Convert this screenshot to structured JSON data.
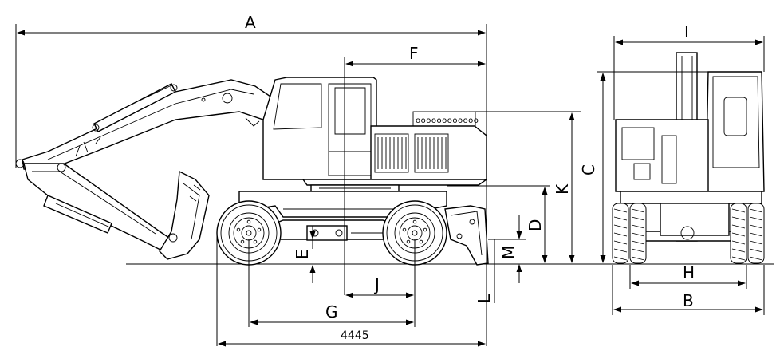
{
  "dimensions": {
    "A": "A",
    "B": "B",
    "C": "C",
    "D": "D",
    "E": "E",
    "F": "F",
    "G": "G",
    "H": "H",
    "I": "I",
    "J": "J",
    "K": "K",
    "L": "L",
    "M": "M",
    "wheel_span": "4445"
  },
  "vents": {
    "grille": "oooooooooooo"
  }
}
